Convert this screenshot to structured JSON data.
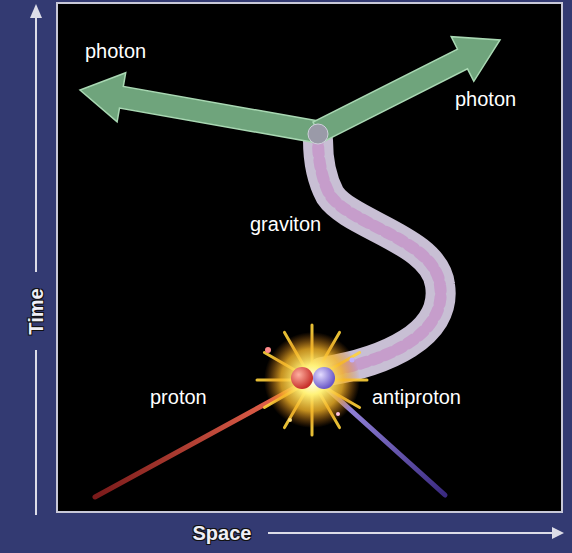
{
  "diagram": {
    "labels": [
      "photon",
      "photon",
      "graviton",
      "proton",
      "antiproton",
      "Time",
      "Space"
    ]
  }
}
